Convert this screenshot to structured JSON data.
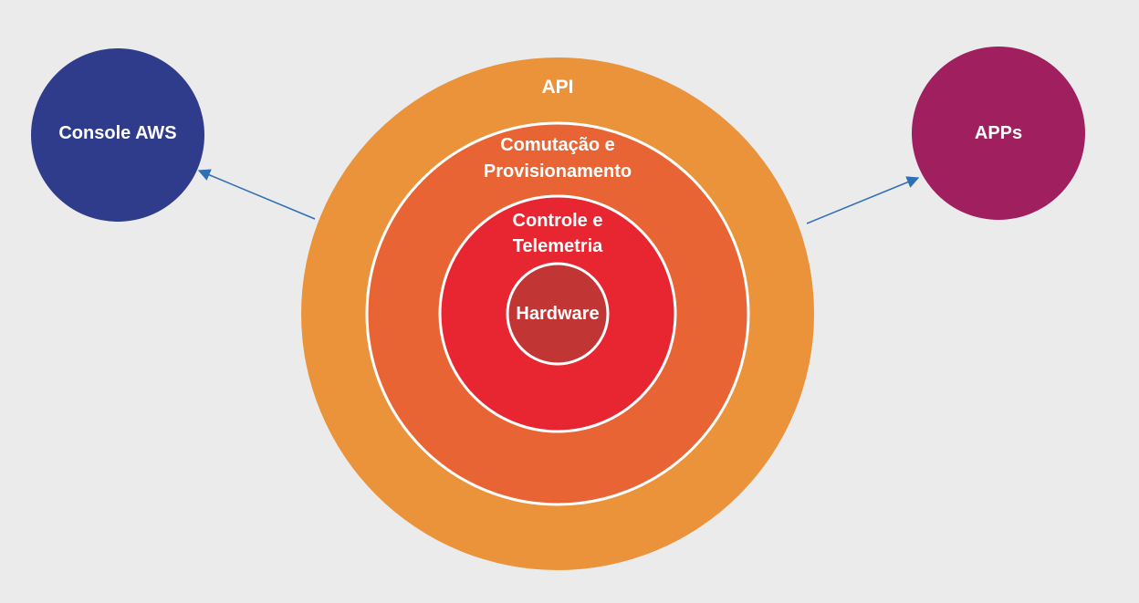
{
  "diagram": {
    "layers": {
      "api": {
        "label": "API",
        "color": "#ea933a"
      },
      "compute": {
        "line1": "Comutação e",
        "line2": "Provisionamento",
        "color": "#e96434"
      },
      "control": {
        "line1": "Controle e",
        "line2": "Telemetria",
        "color": "#e82631"
      },
      "hardware": {
        "label": "Hardware",
        "color": "#c23535"
      }
    },
    "nodes": {
      "console": {
        "label": "Console AWS",
        "color": "#2e3c8b"
      },
      "apps": {
        "label": "APPs",
        "color": "#a01f5f"
      }
    },
    "arrow_color": "#2f6fb5",
    "ring_border_color": "#ffffff",
    "background": "#ebebeb"
  }
}
